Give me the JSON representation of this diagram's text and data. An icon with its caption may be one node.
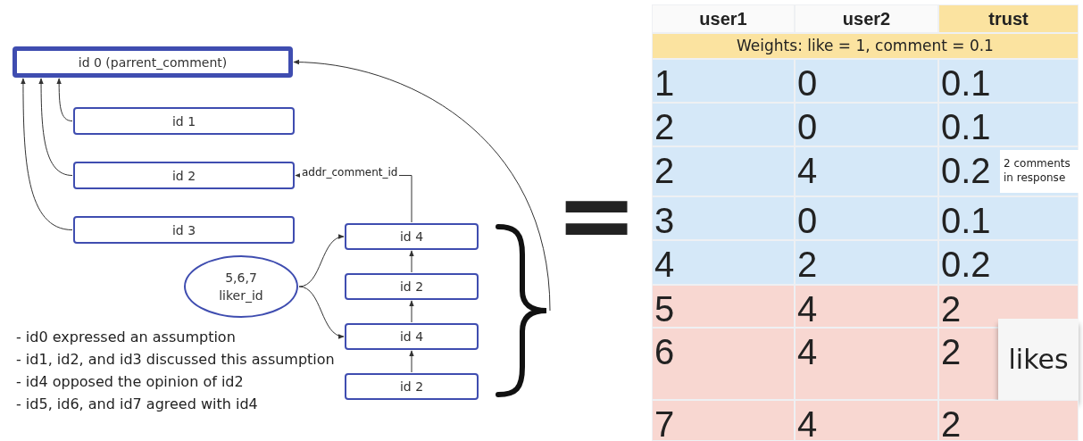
{
  "diagram": {
    "nodes": [
      {
        "text": [
          "id 0 (parrent_comment)"
        ]
      },
      {
        "text": [
          "id 1"
        ]
      },
      {
        "text": [
          "id 2"
        ]
      },
      {
        "text": [
          "id 3"
        ]
      },
      {
        "text": [
          "id 4"
        ]
      },
      {
        "text": [
          "id 2"
        ]
      },
      {
        "text": [
          "id 4"
        ]
      },
      {
        "text": [
          "id 2"
        ]
      },
      {
        "text": [
          "5,6,7 liker_id"
        ]
      },
      {
        "text": [],
        "shape": "brace"
      }
    ],
    "edges": [
      {
        "from": 1,
        "to": 0,
        "arrow": "to"
      },
      {
        "from": 2,
        "to": 0,
        "arrow": "to"
      },
      {
        "from": 3,
        "to": 0,
        "arrow": "to"
      },
      {
        "from": 4,
        "to": 2,
        "arrow": "to",
        "label": "addr_comment_id"
      },
      {
        "from": 5,
        "to": 4,
        "arrow": "to"
      },
      {
        "from": 6,
        "to": 5,
        "arrow": "to"
      },
      {
        "from": 7,
        "to": 6,
        "arrow": "to"
      },
      {
        "from": 8,
        "to": 4,
        "arrow": "to"
      },
      {
        "from": 8,
        "to": 6,
        "arrow": "to"
      },
      {
        "from": 9,
        "to": 0,
        "arrow": "to"
      }
    ],
    "labels": [
      "- id0 expressed an assumption",
      "- id1, id2, and id3 discussed this assumption",
      "- id4 opposed the opinion of id2",
      "- id5, id6, and id7 agreed with id4",
      "=",
      "user1",
      "user2",
      "trust",
      "Weights: like = 1, comment = 0.1",
      "1",
      "0",
      "0.1",
      "2",
      "0",
      "0.1",
      "2",
      "4",
      "0.2",
      "2 comments in response",
      "3",
      "0",
      "0.1",
      "4",
      "2",
      "0.2",
      "5",
      "4",
      "2",
      "6",
      "4",
      "2",
      "likes",
      "7",
      "4",
      "2"
    ]
  }
}
